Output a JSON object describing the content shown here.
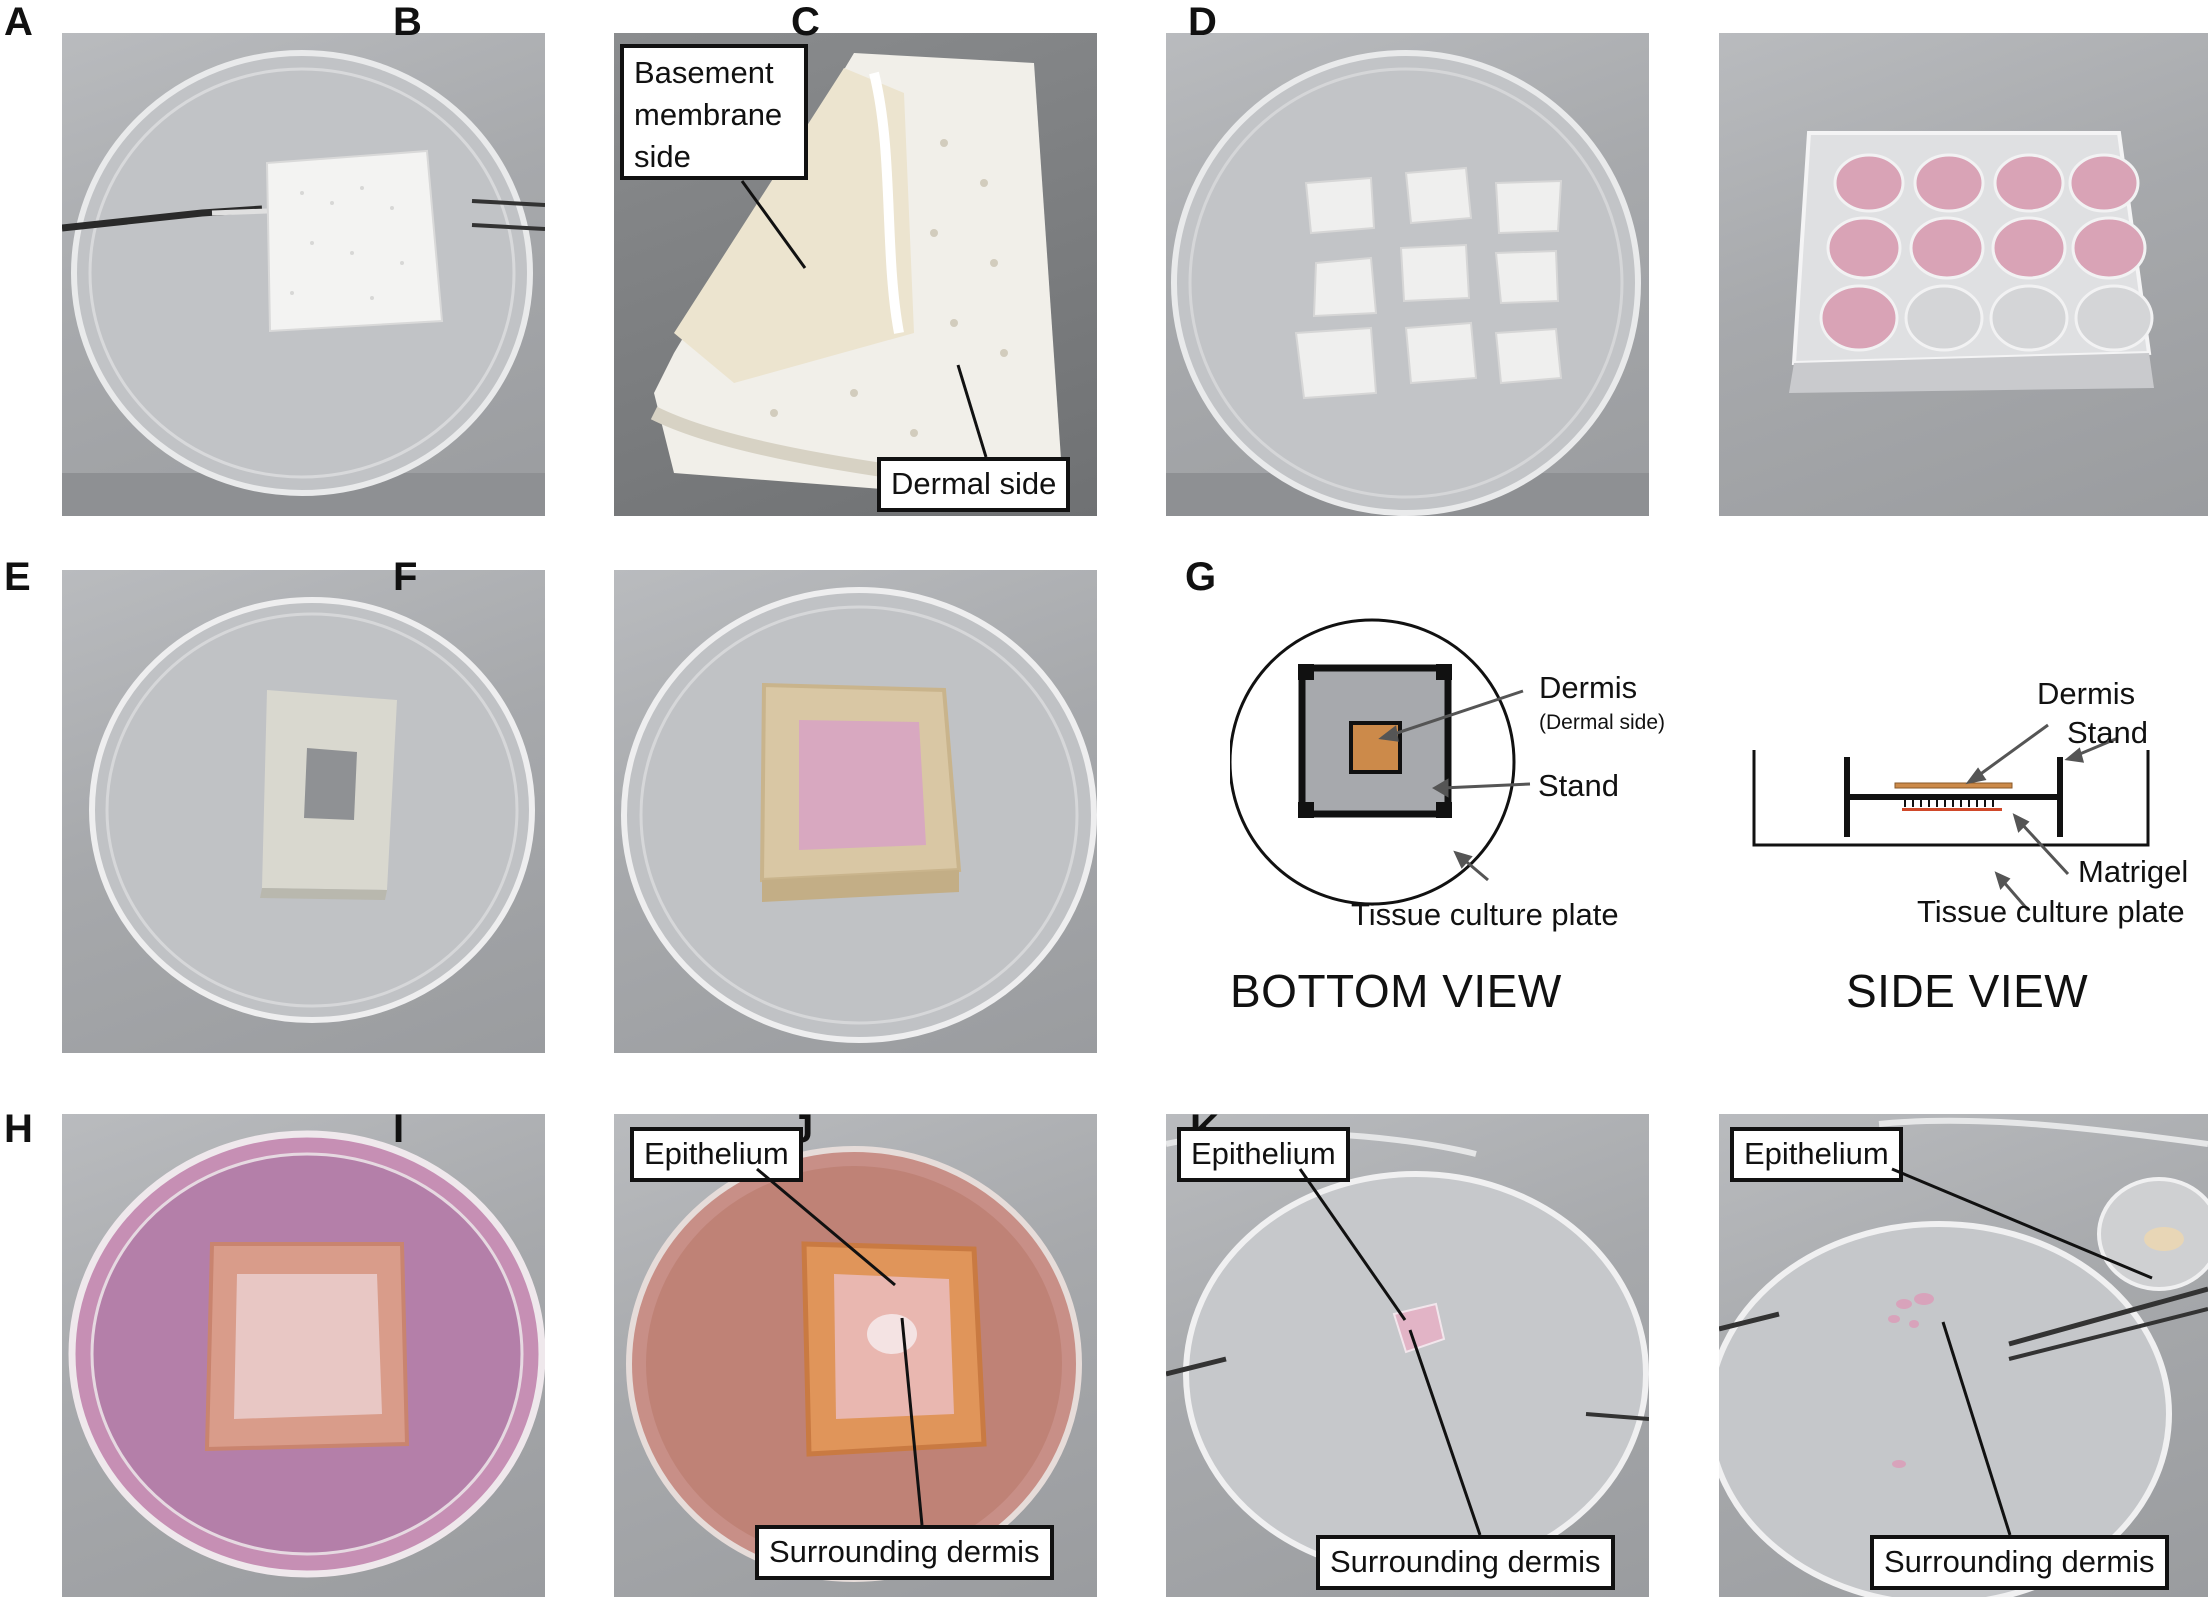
{
  "panels": {
    "A": {
      "letter": "A"
    },
    "B": {
      "letter": "B",
      "callout_top": "Basement membrane side",
      "callout_bottom": "Dermal side"
    },
    "C": {
      "letter": "C"
    },
    "D": {
      "letter": "D"
    },
    "E": {
      "letter": "E"
    },
    "F": {
      "letter": "F"
    },
    "G": {
      "letter": "G",
      "bottom_view": {
        "title": "BOTTOM VIEW",
        "dermis": "Dermis",
        "dermal_side": "(Dermal side)",
        "stand": "Stand",
        "plate": "Tissue culture plate"
      },
      "side_view": {
        "title": "SIDE VIEW",
        "dermis": "Dermis",
        "stand": "Stand",
        "matrigel": "Matrigel",
        "plate": "Tissue culture plate"
      }
    },
    "H": {
      "letter": "H"
    },
    "I": {
      "letter": "I",
      "callout_top": "Epithelium",
      "callout_bottom": "Surrounding dermis"
    },
    "J": {
      "letter": "J",
      "callout_top": "Epithelium",
      "callout_bottom": "Surrounding dermis"
    },
    "K": {
      "letter": "K",
      "callout_top": "Epithelium",
      "callout_bottom": "Surrounding dermis"
    }
  },
  "colors": {
    "dermis_fill": "#cc8a4a",
    "stand_fill": "#a7a9ad",
    "matrigel": "#d0492a",
    "medium_pink": "#c9829a"
  }
}
